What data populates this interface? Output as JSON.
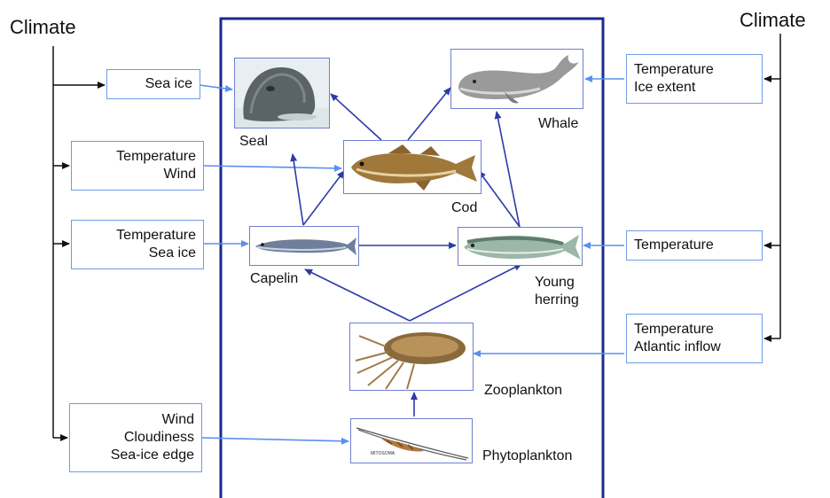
{
  "colors": {
    "frame": "#1c2a8c",
    "food_arrow": "#2d3aa8",
    "climate_arrow": "#5b8ff0",
    "box_border": "#6f9be6",
    "trunk": "#111111"
  },
  "climate_left": "Climate",
  "climate_right": "Climate",
  "left_boxes": [
    {
      "lines": [
        "Sea ice"
      ]
    },
    {
      "lines": [
        "Temperature",
        "Wind"
      ]
    },
    {
      "lines": [
        "Temperature",
        "Sea ice"
      ]
    },
    {
      "lines": [
        "Wind",
        "Cloudiness",
        "Sea-ice edge"
      ]
    }
  ],
  "right_boxes": [
    {
      "lines": [
        "Temperature",
        "Ice extent"
      ]
    },
    {
      "lines": [
        "Temperature"
      ]
    },
    {
      "lines": [
        "Temperature",
        "Atlantic inflow"
      ]
    }
  ],
  "species": {
    "seal": "Seal",
    "whale": "Whale",
    "cod": "Cod",
    "capelin": "Capelin",
    "young_herring_1": "Young",
    "young_herring_2": "herring",
    "zooplankton": "Zooplankton",
    "phytoplankton": "Phytoplankton"
  },
  "image_text": {
    "phyto_caption": "MITOSOMA"
  },
  "icons": [
    "seal-icon",
    "whale-icon",
    "cod-icon",
    "capelin-icon",
    "herring-icon",
    "zooplankton-icon",
    "phytoplankton-icon"
  ]
}
